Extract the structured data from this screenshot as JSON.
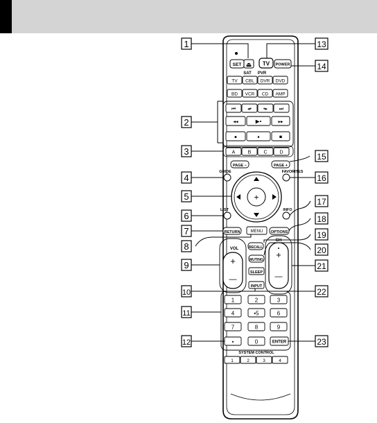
{
  "colors": {
    "ink": "#000000",
    "header": "#d4d4d4",
    "paper": "#ffffff"
  },
  "callouts": [
    "1",
    "2",
    "3",
    "4",
    "5",
    "6",
    "7",
    "8",
    "9",
    "10",
    "11",
    "12",
    "13",
    "14",
    "15",
    "16",
    "17",
    "18",
    "19",
    "20",
    "21",
    "22",
    "23"
  ],
  "remote": {
    "top_buttons": [
      "SET",
      "⏏",
      "TV",
      "POWER"
    ],
    "source_labels": [
      "SAT",
      "PVR"
    ],
    "source_row1": [
      "TV",
      "CBL",
      "DVR",
      "DVD"
    ],
    "source_row2": [
      "BD",
      "VCR",
      "CD",
      "AMP"
    ],
    "transport_row1": [
      "⏮",
      "◂•",
      "•▸",
      "⏭"
    ],
    "transport_row2": [
      "◂◂",
      "▶•",
      "▸▸"
    ],
    "transport_row3": [
      "●",
      "⏸",
      "■"
    ],
    "color_buttons": [
      "A",
      "B",
      "C",
      "D"
    ],
    "page_buttons": [
      "PAGE −",
      "PAGE +"
    ],
    "nav_labels": [
      "GUIDE",
      "FAVORITES",
      "LIST",
      "INFO"
    ],
    "dpad_center": "+",
    "menu_row": [
      "RETURN",
      "MENU",
      "OPTIONS"
    ],
    "recall": "RECALL",
    "vol_label": "VOL",
    "ch_label": "CH",
    "rocker_signs": [
      "+",
      "—"
    ],
    "center_column": [
      "MUTING",
      "SLEEP",
      "INPUT"
    ],
    "numpad": [
      "1",
      "2",
      "3",
      "4",
      "•5",
      "6",
      "7",
      "8",
      "9",
      "•",
      "0",
      "ENTER"
    ],
    "system_control_label": "SYSTEM CONTROL",
    "system_control": [
      "1",
      "2",
      "3",
      "4"
    ]
  }
}
